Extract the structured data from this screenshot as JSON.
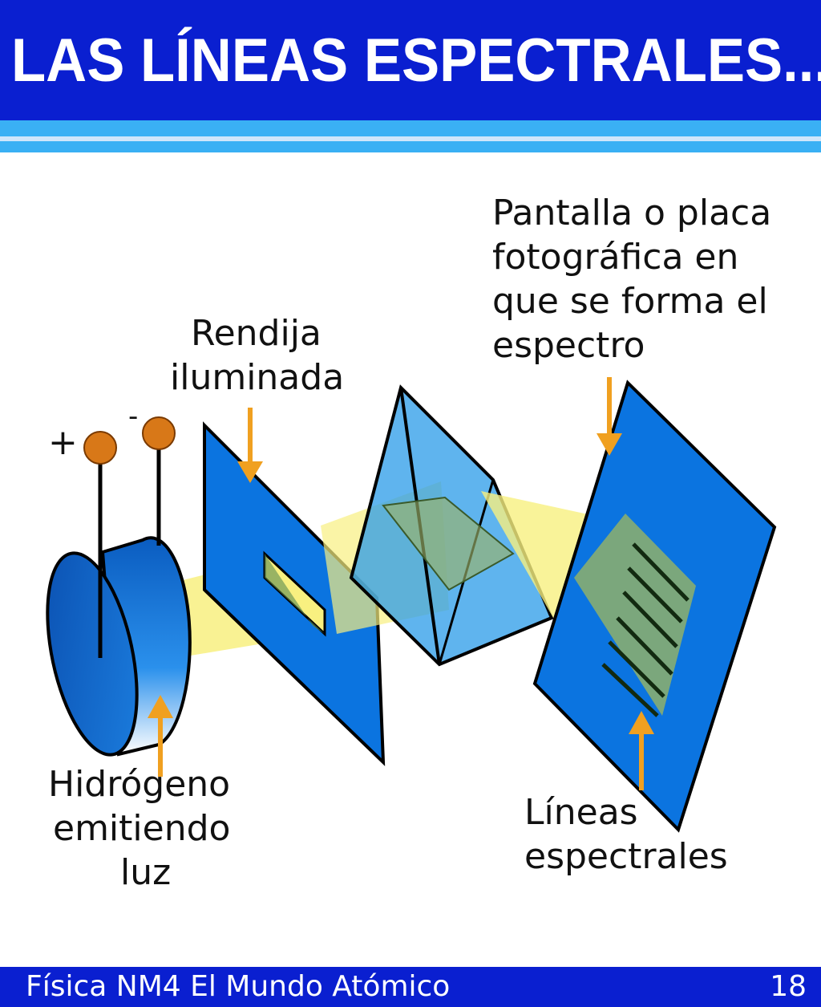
{
  "header": {
    "title": "LAS LÍNEAS ESPECTRALES..."
  },
  "diagram": {
    "labels": {
      "screen": [
        "Pantalla o placa",
        "fotográfica en",
        "que se forma el",
        "espectro"
      ],
      "slit": [
        "Rendija",
        "iluminada"
      ],
      "source": [
        "Hidrógeno",
        "emitiendo",
        "luz"
      ],
      "lines": [
        "Líneas",
        "espectrales"
      ],
      "plus": "+",
      "minus": "-"
    },
    "colors": {
      "panel_blue": "#0b74e0",
      "light_beam": "#f8f080",
      "arrow_orange": "#f0a020",
      "electrode_orange": "#d87818"
    }
  },
  "footer": {
    "text": "Física NM4  El Mundo Atómico",
    "page": "18"
  }
}
